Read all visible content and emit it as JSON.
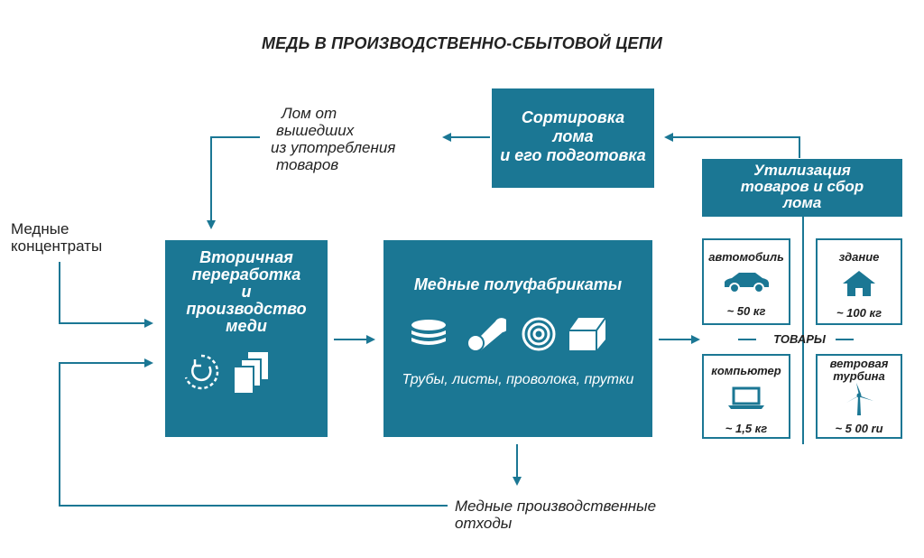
{
  "title": "МЕДЬ В ПРОИЗВОДСТВЕННО-СБЫТОВОЙ ЦЕПИ",
  "labels": {
    "scrap_line1": "Лом от",
    "scrap_line2": "вышедших",
    "scrap_line3": "из употребления",
    "scrap_line4": "товаров",
    "concentrates_line1": "Медные",
    "concentrates_line2": "концентраты",
    "waste_line1": "Медные производственные",
    "waste_line2": "отходы"
  },
  "boxes": {
    "sorting": [
      "Сортировка",
      "лома",
      "и его подготовка"
    ],
    "recycling": [
      "Утилизация",
      "товаров и сбор",
      "лома"
    ],
    "secondary": [
      "Вторичная",
      "переработка",
      "и",
      "производство",
      "меди"
    ],
    "semi": {
      "title": "Медные полуфабрикаты",
      "caption": "Трубы, листы, проволока, прутки"
    }
  },
  "goods": {
    "label": "ТОВАРЫ",
    "items": [
      {
        "name": "автомобиль",
        "value": "~ 50 кг",
        "icon": "car-icon"
      },
      {
        "name": "здание",
        "value": "~ 100 кг",
        "icon": "house-icon"
      },
      {
        "name": "компьютер",
        "value": "~ 1,5 кг",
        "icon": "laptop-icon"
      },
      {
        "name_line1": "ветровая",
        "name_line2": "турбина",
        "value": "~ 5 00 ru",
        "icon": "wind-turbine-icon"
      }
    ]
  },
  "colors": {
    "primary": "#1b7794"
  }
}
